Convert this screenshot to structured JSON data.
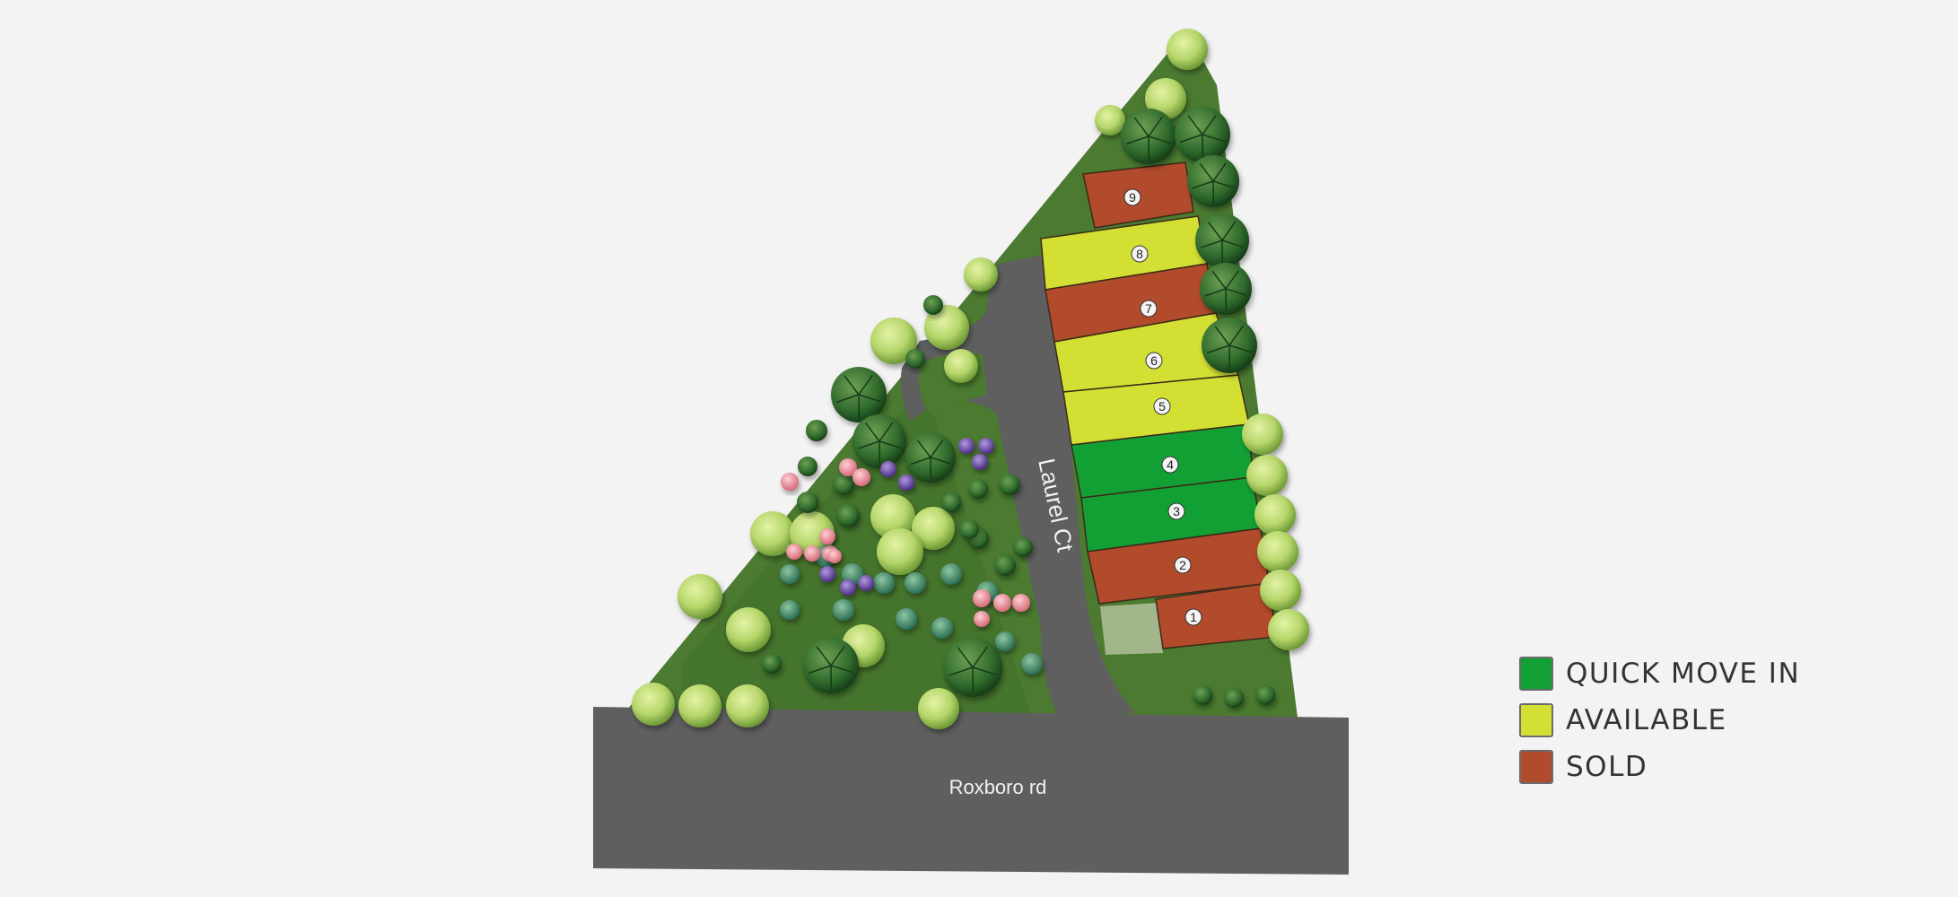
{
  "map": {
    "roads": {
      "main_road": "Roxboro rd",
      "side_road": "Laurel Ct"
    },
    "lots": [
      {
        "number": "9",
        "status": "sold"
      },
      {
        "number": "8",
        "status": "available"
      },
      {
        "number": "7",
        "status": "sold"
      },
      {
        "number": "6",
        "status": "available"
      },
      {
        "number": "5",
        "status": "available"
      },
      {
        "number": "4",
        "status": "quick_move_in"
      },
      {
        "number": "3",
        "status": "quick_move_in"
      },
      {
        "number": "2",
        "status": "sold"
      },
      {
        "number": "1",
        "status": "sold"
      }
    ]
  },
  "legend": {
    "items": [
      {
        "key": "quick_move_in",
        "label": "QUICK MOVE IN",
        "color": "#12a034"
      },
      {
        "key": "available",
        "label": "AVAILABLE",
        "color": "#d3e033"
      },
      {
        "key": "sold",
        "label": "SOLD",
        "color": "#b24a2c"
      }
    ]
  },
  "colors": {
    "background": "#f3f3f3",
    "road": "#5f5f60",
    "grass": "#4b7a30",
    "road_label": "#f2f2f2"
  },
  "icons": {
    "tree": "tree-icon",
    "shrub": "shrub-icon",
    "flower": "flower-icon"
  }
}
